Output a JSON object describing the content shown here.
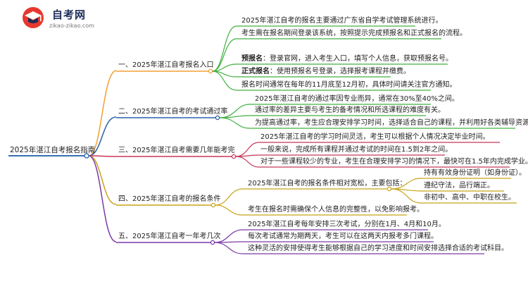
{
  "logo": {
    "title": "自考网",
    "url": "zikao-zikao.com"
  },
  "colors": {
    "root": "#3a6fb0",
    "b1": "#f0a030",
    "b2": "#2e5fa8",
    "b3": "#c8365a",
    "b4": "#c8a418",
    "b5": "#7c3aa8",
    "leaf1": "#40b040",
    "leaf2": "#40b040",
    "leaf3": "#c8365a",
    "leaf4": "#c8a418",
    "leaf5": "#7c3aa8"
  },
  "root": "2025年湛江自考报名指南",
  "branches": [
    {
      "label": "一、2025年湛江自考报名入口",
      "leaves": [
        {
          "text": "2025年湛江自考的报名主要通过广东省自学考试管理系统进行。"
        },
        {
          "text": "考生需在报名期间登录该系统，按照提示完成预报名和正式报名的流程。"
        },
        {
          "bold": "预报名",
          "text": "：登录官网，进入考生入口，填写个人信息，获取预报名号。"
        },
        {
          "bold": "正式报名",
          "text": "：使用预报名号登录，选择报考课程并缴费。"
        },
        {
          "text": "报名时间通常在每年的11月底至12月初，具体时间请关注官方通知。"
        }
      ]
    },
    {
      "label": "二、2025年湛江自考的考试通过率",
      "leaves": [
        {
          "text": "2025年湛江自考的通过率因专业而异，通常在30%至40%之间。"
        },
        {
          "text": "通过率的差异主要与考生的备考情况和所选课程的难度有关。"
        },
        {
          "text": "为提高通过率，考生应合理安排学习时间，选择适合自己的课程，并利用好各类辅导资源。"
        }
      ]
    },
    {
      "label": "三、2025年湛江自考需要几年能考完",
      "leaves": [
        {
          "text": "2025年湛江自考的学习时间灵活，考生可以根据个人情况决定毕业时间。"
        },
        {
          "text": "一般来说，完成所有课程并通过考试的时间在1.5到2年之间。"
        },
        {
          "text": "对于一些课程较少的专业，考生在合理安排学习的情况下，最快可在1.5年内完成学业。"
        }
      ]
    },
    {
      "label": "四、2025年湛江自考的报名条件",
      "leaves": [
        {
          "text": "2025年湛江自考的报名条件相对宽松，主要包括：",
          "children": [
            {
              "text": "持有有效身份证明（如身份证）。"
            },
            {
              "text": "遵纪守法，品行端正。"
            },
            {
              "text": "非初中、高中、中职在校生。"
            }
          ]
        },
        {
          "text": "考生在报名时需确保个人信息的完整性，以免影响报考。"
        }
      ]
    },
    {
      "label": "五、2025年湛江自考一年考几次",
      "leaves": [
        {
          "text": "2025年湛江自考每年安排三次考试，分别在1月、4月和10月。"
        },
        {
          "text": "每次考试通常为期两天，考生可以在这两天内报考多门课程。"
        },
        {
          "text": "这种灵活的安排使得考生能够根据自己的学习进度和时间安排选择合适的考试科目。"
        }
      ]
    }
  ]
}
